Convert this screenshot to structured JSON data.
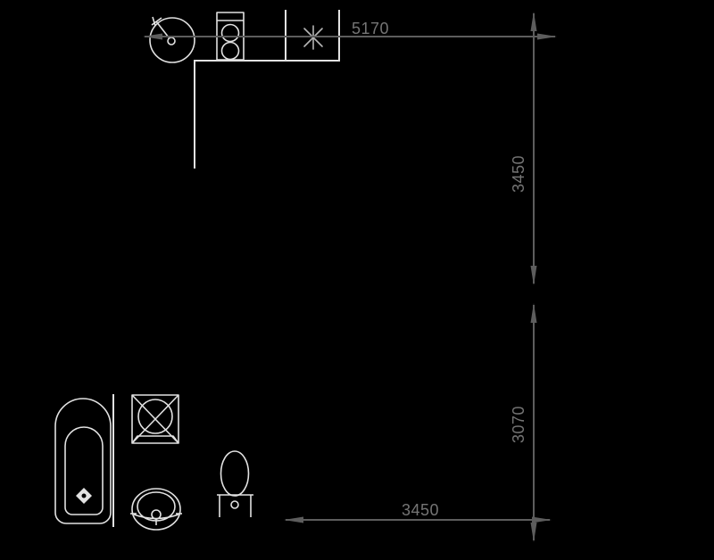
{
  "dimensions": {
    "top": {
      "label": "5170"
    },
    "right_upper": {
      "label": "3450"
    },
    "right_lower": {
      "label": "3070"
    },
    "bottom": {
      "label": "3450"
    }
  },
  "symbols": {
    "bathtub": "rounded-rect-with-drain-diamond",
    "shower": "square-with-x-and-circle",
    "washbasin": "oval-bowl-with-tap",
    "toilet": "oval-bowl-with-tank",
    "washing_machine": "rect-with-two-circles",
    "water_heater": "circle-with-valve-handle",
    "ceiling_light": "asterisk-star"
  },
  "colors": {
    "background": "#000000",
    "wall": "#e2e2e2",
    "dimension": "#5d5d5d",
    "dimension_text": "#757575",
    "light": "#b5b5b5"
  }
}
